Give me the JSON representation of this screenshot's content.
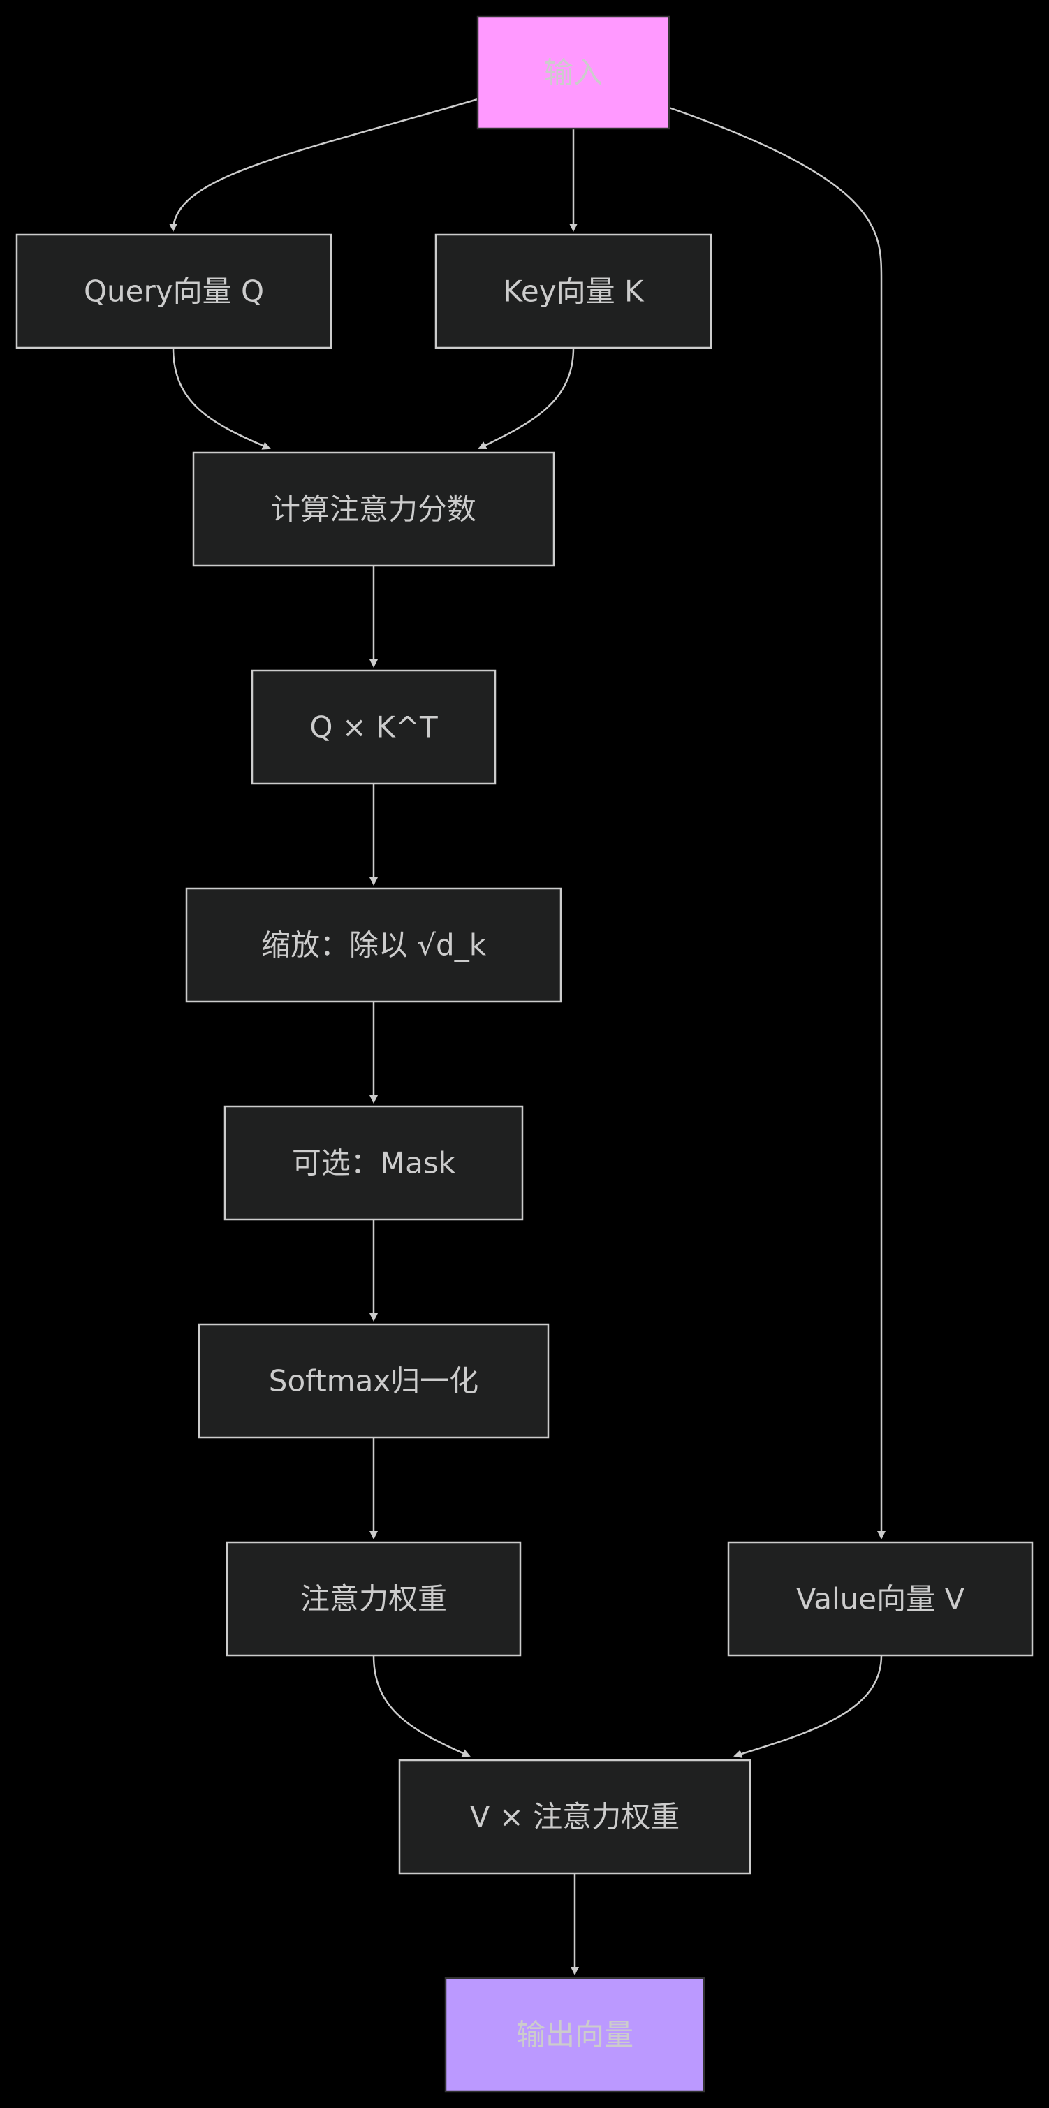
{
  "diagram": {
    "nodes": [
      {
        "id": "input",
        "label": "输入",
        "style": "input"
      },
      {
        "id": "query",
        "label": "Query向量 Q",
        "style": "default"
      },
      {
        "id": "key",
        "label": "Key向量 K",
        "style": "default"
      },
      {
        "id": "score",
        "label": "计算注意力分数",
        "style": "default"
      },
      {
        "id": "qkt",
        "label": "Q × K^T",
        "style": "default"
      },
      {
        "id": "scale",
        "label": "缩放：除以 √d_k",
        "style": "default"
      },
      {
        "id": "mask",
        "label": "可选：Mask",
        "style": "default"
      },
      {
        "id": "softmax",
        "label": "Softmax归一化",
        "style": "default"
      },
      {
        "id": "weights",
        "label": "注意力权重",
        "style": "default"
      },
      {
        "id": "value",
        "label": "Value向量 V",
        "style": "default"
      },
      {
        "id": "vmul",
        "label": "V × 注意力权重",
        "style": "default"
      },
      {
        "id": "output",
        "label": "输出向量",
        "style": "output"
      }
    ],
    "edges": [
      {
        "from": "input",
        "to": "query"
      },
      {
        "from": "input",
        "to": "key"
      },
      {
        "from": "input",
        "to": "value"
      },
      {
        "from": "query",
        "to": "score"
      },
      {
        "from": "key",
        "to": "score"
      },
      {
        "from": "score",
        "to": "qkt"
      },
      {
        "from": "qkt",
        "to": "scale"
      },
      {
        "from": "scale",
        "to": "mask"
      },
      {
        "from": "mask",
        "to": "softmax"
      },
      {
        "from": "softmax",
        "to": "weights"
      },
      {
        "from": "weights",
        "to": "vmul"
      },
      {
        "from": "value",
        "to": "vmul"
      },
      {
        "from": "vmul",
        "to": "output"
      }
    ],
    "styles": {
      "default": {
        "fill": "#1f2020",
        "stroke": "#cccccc",
        "text": "#cccccc"
      },
      "input": {
        "fill": "#ff99ff",
        "stroke": "#333333",
        "text": "#cccccc"
      },
      "output": {
        "fill": "#bb99ff",
        "stroke": "#333333",
        "text": "#cccccc"
      }
    },
    "edge_color": "#cccccc"
  }
}
